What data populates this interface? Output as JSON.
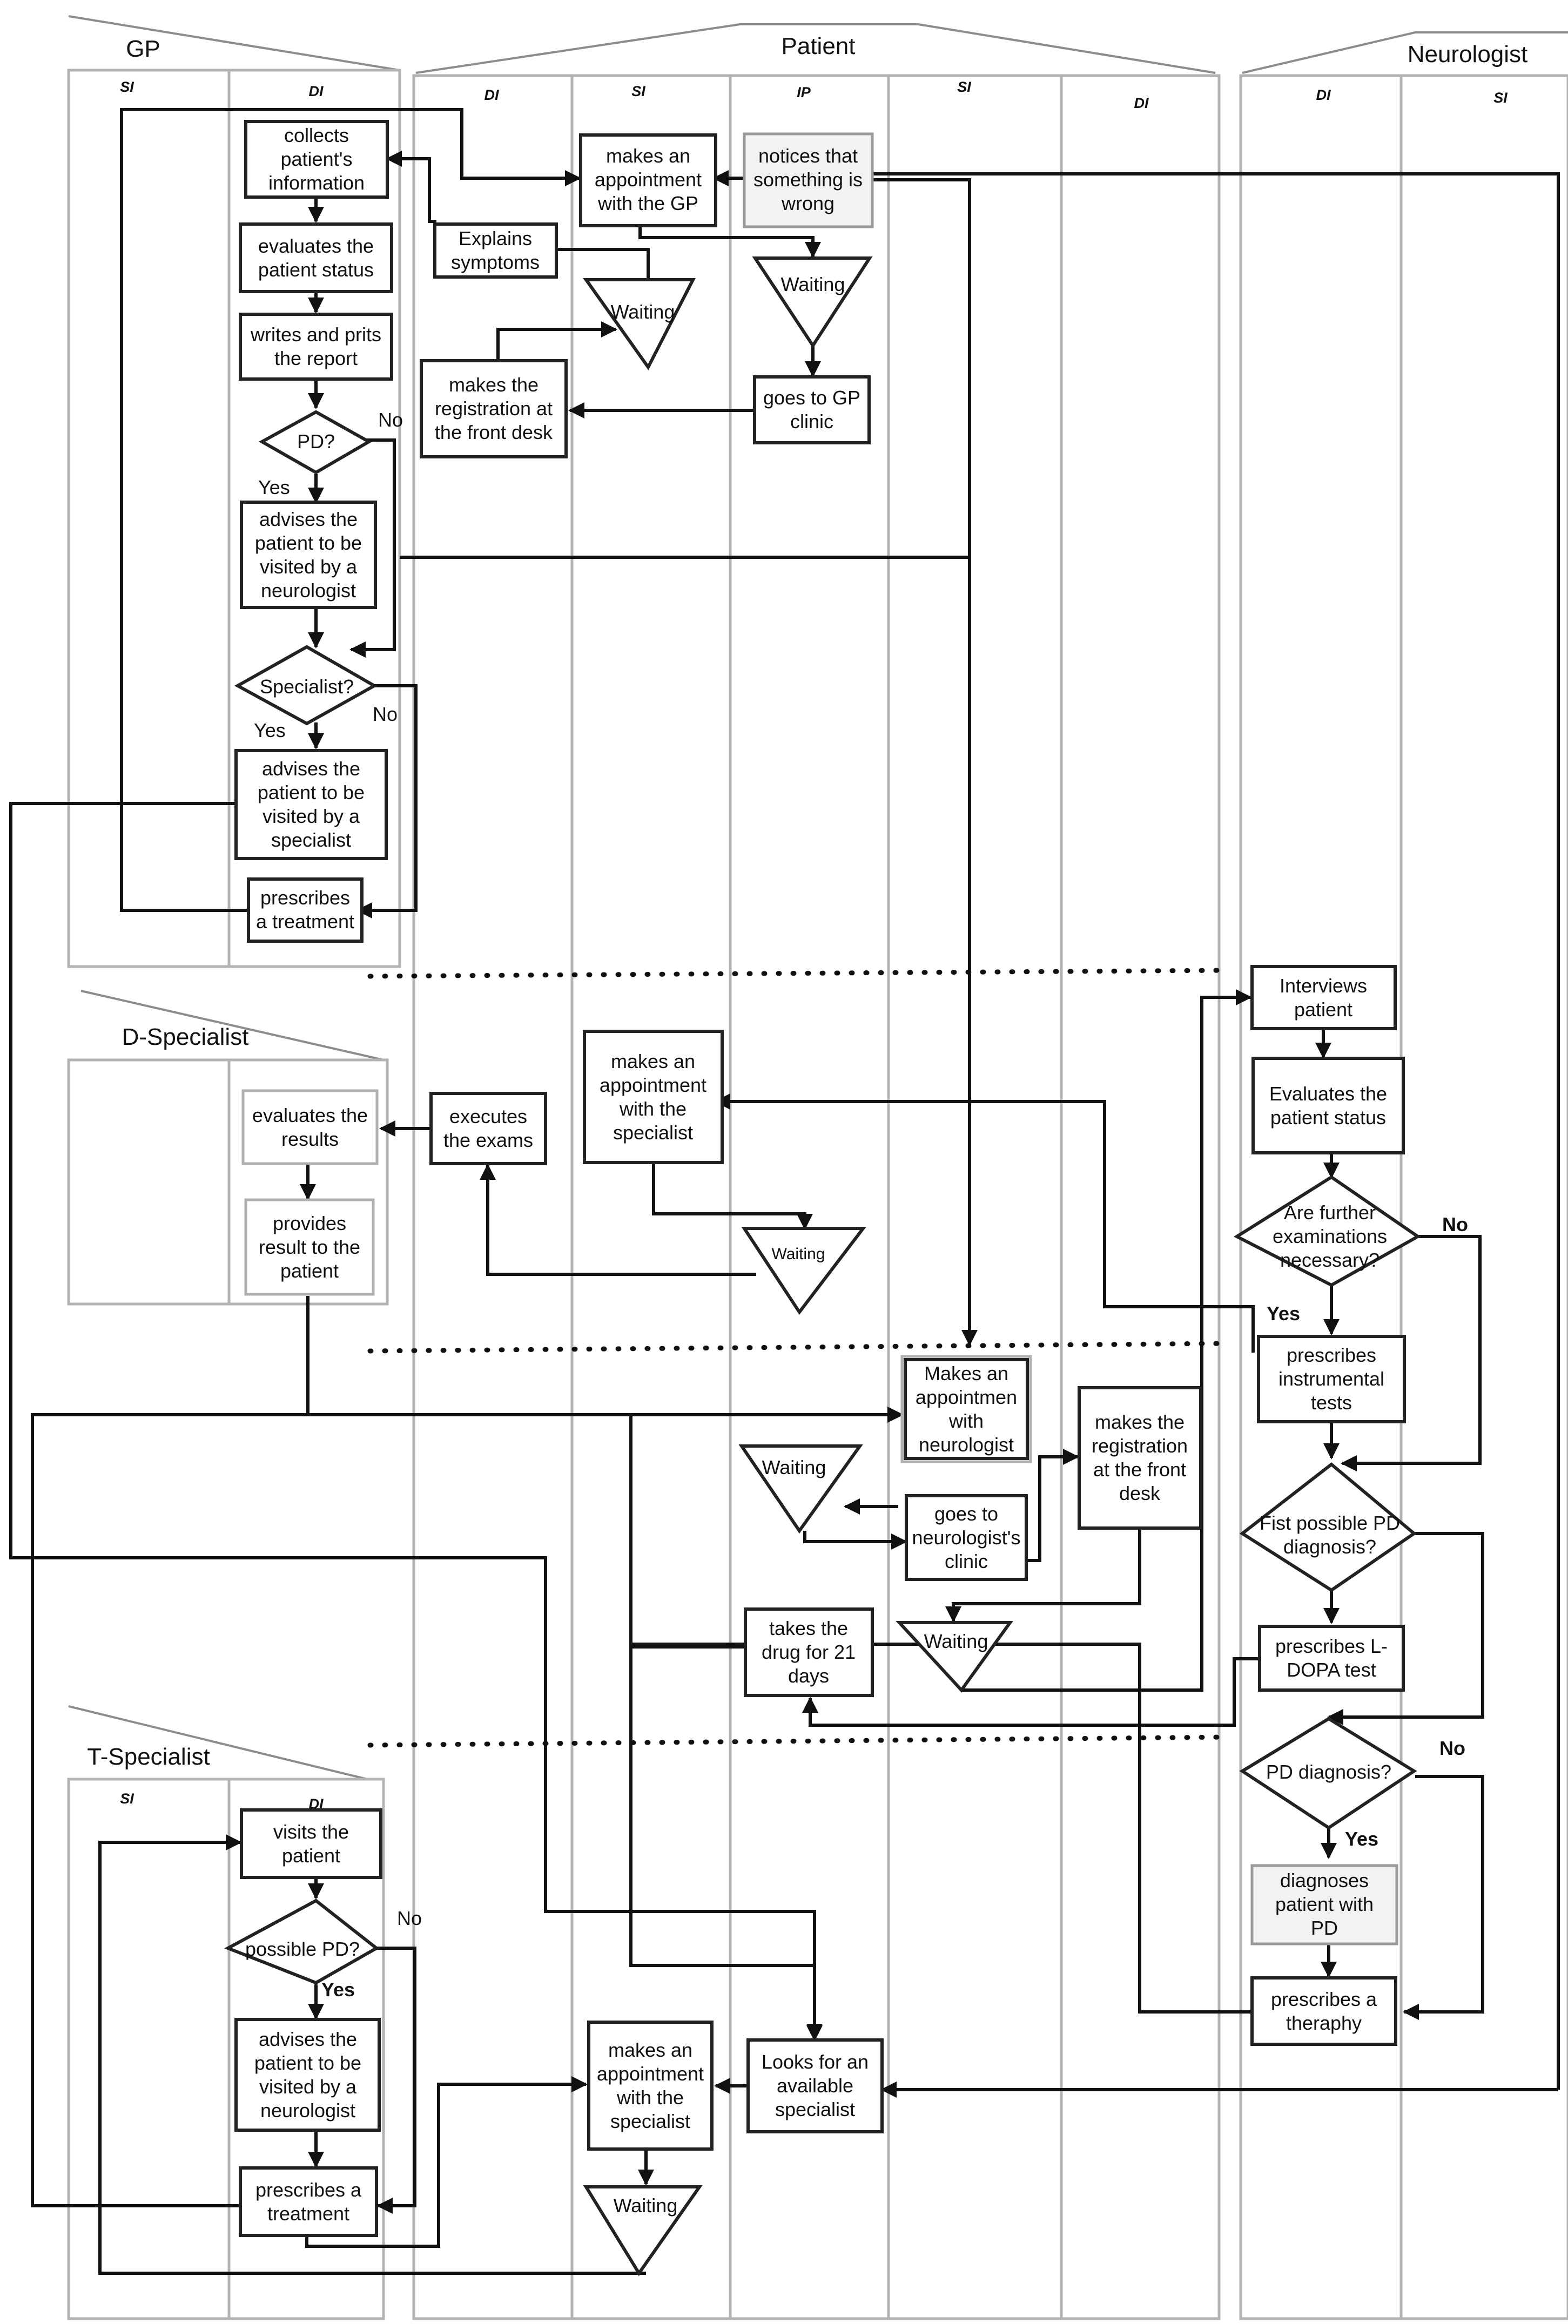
{
  "pools": {
    "gp": "GP",
    "patient": "Patient",
    "neurologist": "Neurologist",
    "d_specialist": "D-Specialist",
    "t_specialist": "T-Specialist"
  },
  "lanes": {
    "si": "SI",
    "di": "DI",
    "ip": "IP"
  },
  "nodes": {
    "gp_collects": [
      "collects",
      "patient's",
      "information"
    ],
    "gp_evaluates": [
      "evaluates the",
      "patient status"
    ],
    "gp_writes": [
      "writes and prits",
      "the report"
    ],
    "gp_pd": [
      "PD?"
    ],
    "gp_advises_neuro": [
      "advises the",
      "patient to be",
      "visited by a",
      "neurologist"
    ],
    "gp_specialist": [
      "Specialist?"
    ],
    "gp_advises_spec": [
      "advises the",
      "patient to be",
      "visited by a",
      "specialist"
    ],
    "gp_prescribes": [
      "prescribes",
      "a treatment"
    ],
    "pt_appt_gp": [
      "makes an",
      "appointment",
      "with the GP"
    ],
    "pt_notices": [
      "notices that",
      "something is",
      "wrong"
    ],
    "pt_explains": [
      "Explains",
      "symptoms"
    ],
    "pt_waiting1": [
      "Waiting"
    ],
    "pt_waiting2": [
      "Waiting"
    ],
    "pt_registration": [
      "makes the",
      "registration at",
      "the front desk"
    ],
    "pt_goes_gp": [
      "goes to GP",
      "clinic"
    ],
    "ds_evaluates": [
      "evaluates the",
      "results"
    ],
    "ds_provides": [
      "provides",
      "result to the",
      "patient"
    ],
    "pt_executes": [
      "executes",
      "the exams"
    ],
    "pt_appt_spec": [
      "makes an",
      "appointment",
      "with the",
      "specialist"
    ],
    "pt_waiting3": [
      "Waiting"
    ],
    "ne_interviews": [
      "Interviews",
      "patient"
    ],
    "ne_evaluates": [
      "Evaluates the",
      "patient status"
    ],
    "ne_further": [
      "Are further",
      "examinations",
      "necessary?"
    ],
    "ne_instrumental": [
      "prescribes",
      "instrumental",
      "tests"
    ],
    "ne_first_pd": [
      "Fist possible PD",
      "diagnosis?"
    ],
    "ne_ldopa": [
      "prescribes L-",
      "DOPA test"
    ],
    "ne_pd_diag": [
      "PD diagnosis?"
    ],
    "ne_diagnoses": [
      "diagnoses",
      "patient with",
      "PD"
    ],
    "ne_therapy": [
      "prescribes a",
      "theraphy"
    ],
    "pt_appt_neuro": [
      "Makes an",
      "appointmen",
      "with",
      "neurologist"
    ],
    "pt_waiting4": [
      "Waiting"
    ],
    "pt_goes_neuro": [
      "goes to",
      "neurologist's",
      "clinic"
    ],
    "pt_reg_neuro": [
      "makes the",
      "registration",
      "at the front",
      "desk"
    ],
    "pt_waiting5": [
      "Waiting"
    ],
    "pt_drug": [
      "takes the",
      "drug for 21",
      "days"
    ],
    "ts_visits": [
      "visits the",
      "patient"
    ],
    "ts_possible_pd": [
      "possible PD?"
    ],
    "ts_advises": [
      "advises the",
      "patient to be",
      "visited by a",
      "neurologist"
    ],
    "ts_prescribes": [
      "prescribes a",
      "treatment"
    ],
    "pt_appt_spec2": [
      "makes an",
      "appointment",
      "with the",
      "specialist"
    ],
    "pt_waiting6": [
      "Waiting"
    ],
    "pt_looks": [
      "Looks for an",
      "available",
      "specialist"
    ]
  },
  "edge_labels": {
    "gp_pd_no": "No",
    "gp_pd_yes": "Yes",
    "gp_spec_no": "No",
    "gp_spec_yes": "Yes",
    "ne_further_no": "No",
    "ne_further_yes": "Yes",
    "ne_pd_no": "No",
    "ne_pd_yes": "Yes",
    "ts_pd_no": "No",
    "ts_pd_yes": "Yes"
  }
}
